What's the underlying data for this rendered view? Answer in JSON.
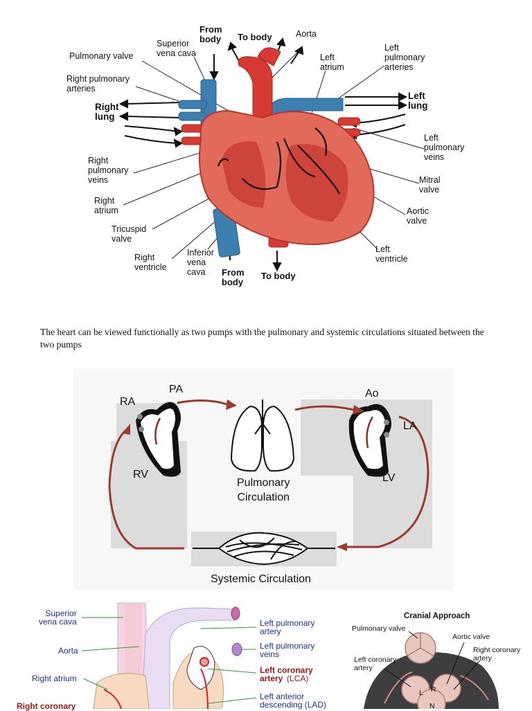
{
  "heart_anatomy": {
    "labels": {
      "pulmonary_valve": "Pulmonary valve",
      "superior_vena_cava": "Superior\nvena cava",
      "from_body_top": "From\nbody",
      "to_body_top": "To body",
      "aorta": "Aorta",
      "left_atrium": "Left\natrium",
      "left_pulmonary_arteries": "Left\npulmonary\narteries",
      "right_pulmonary_arteries": "Right pulmonary\narteries",
      "right_lung": "Right\nlung",
      "left_lung": "Left\nlung",
      "left_pulmonary_veins": "Left\npulmonary\nveins",
      "right_pulmonary_veins": "Right\npulmonary\nveins",
      "mitral_valve": "Mitral\nvalve",
      "right_atrium": "Right\natrium",
      "aortic_valve": "Aortic\nvalve",
      "tricuspid_valve": "Tricuspid\nvalve",
      "left_ventricle": "Left\nventricle",
      "right_ventricle": "Right\nventricle",
      "inferior_vena_cava": "Inferior\nvena\ncava",
      "from_body_bottom": "From\nbody",
      "to_body_bottom": "To body"
    }
  },
  "caption": "The heart can be viewed functionally as two pumps with the pulmonary and systemic circulations situated between the two pumps",
  "pump_diagram": {
    "ra": "RA",
    "pa": "PA",
    "rv": "RV",
    "ao": "Ao",
    "la": "LA",
    "lv": "LV",
    "pulmonary_circulation": "Pulmonary\nCirculation",
    "systemic_circulation": "Systemic Circulation"
  },
  "coronary": {
    "superior_vena_cava": "Superior\nvena cava",
    "aorta": "Aorta",
    "right_atrium": "Right atrium",
    "right_coronary": "Right coronary",
    "left_pulmonary_artery": "Left pulmonary\nartery",
    "left_pulmonary_veins": "Left pulmonary\nveins",
    "left_coronary_artery": "Left coronary\nartery",
    "lca_abbrev": "(LCA)",
    "lad": "Left anterior\ndescending (LAD)"
  },
  "cranial": {
    "title": "Cranial Approach",
    "pulmonary_valve": "Pulmonary valve",
    "aortic_valve": "Aortic valve",
    "right_coronary_artery": "Right coronary\nartery",
    "left_coronary_artery": "Left coronary\nartery",
    "l": "L",
    "r": "R",
    "n": "N"
  },
  "colors": {
    "heart_red": "#d63a32",
    "vein_blue": "#3d7fb0",
    "flow_arrow": "#9c3a2c",
    "coronary_blue": "#1c2f8c",
    "coronary_red": "#a31414"
  }
}
